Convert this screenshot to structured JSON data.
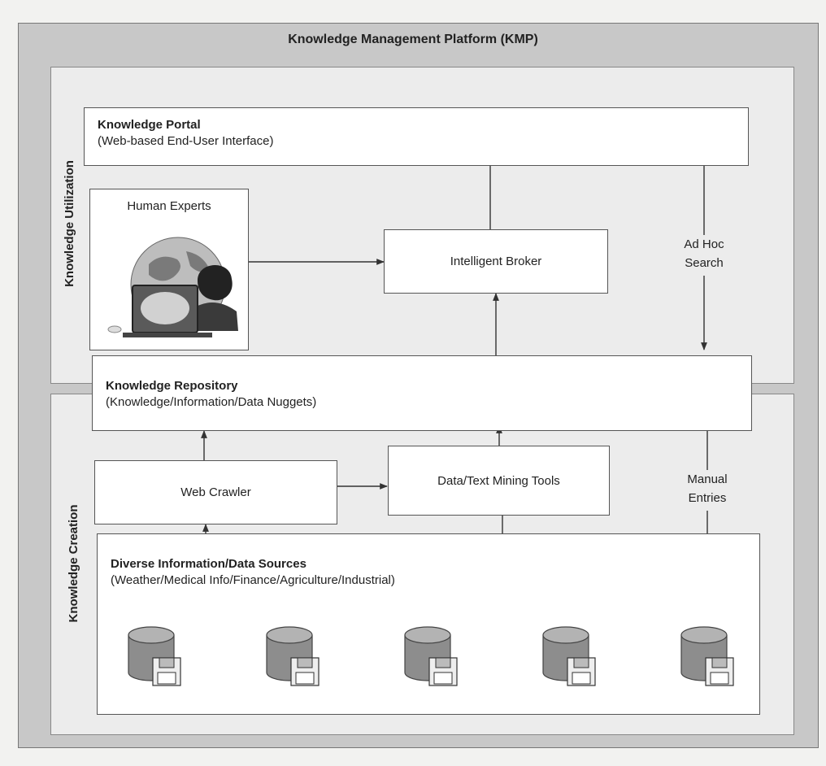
{
  "platform": {
    "title": "Knowledge Management Platform (KMP)"
  },
  "sections": {
    "utilization": "Knowledge Utilization",
    "creation": "Knowledge Creation"
  },
  "portal": {
    "title": "Knowledge Portal",
    "subtitle": "(Web-based End-User Interface)"
  },
  "human_experts": {
    "label": "Human Experts",
    "icon": "expert-with-globe-and-laptop"
  },
  "broker": {
    "label": "Intelligent Broker"
  },
  "ad_hoc": {
    "line1": "Ad Hoc",
    "line2": "Search"
  },
  "repository": {
    "title": "Knowledge Repository",
    "subtitle": "(Knowledge/Information/Data Nuggets)"
  },
  "crawler": {
    "label": "Web Crawler"
  },
  "mining": {
    "label": "Data/Text Mining Tools"
  },
  "manual": {
    "line1": "Manual",
    "line2": "Entries"
  },
  "sources": {
    "title": "Diverse Information/Data Sources",
    "subtitle": "(Weather/Medical Info/Finance/Agriculture/Industrial)",
    "icon": "database-with-floppy-disk",
    "count": 5
  },
  "colors": {
    "frame": "#c8c8c8",
    "panel": "#ececec",
    "box": "#ffffff",
    "cylinder": "#8d8d8d"
  }
}
